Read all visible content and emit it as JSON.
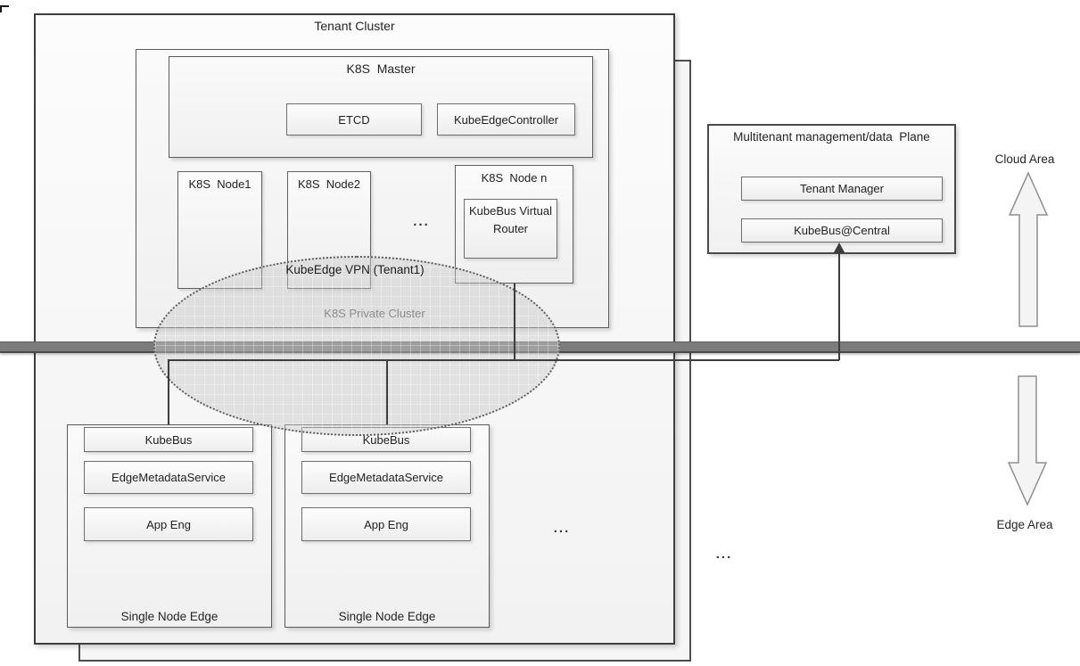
{
  "tenant_cluster": {
    "title": "Tenant Cluster",
    "master": {
      "title": "K8S  Master",
      "etcd": "ETCD",
      "controller": "KubeEdgeController"
    },
    "nodes": {
      "node1": "K8S  Node1",
      "node2": "K8S  Node2",
      "ellipsis": "...",
      "node_n": "K8S  Node n",
      "virtual_router": "KubeBus Virtual Router"
    },
    "vpn_label": "KubeEdge VPN (Tenant1)",
    "private_cluster_label": "K8S Private Cluster",
    "edge_nodes": {
      "edge1": {
        "kubebus": "KubeBus",
        "metadata_service": "EdgeMetadataService",
        "app_eng": "App Eng",
        "title": "Single Node Edge"
      },
      "edge2": {
        "kubebus": "KubeBus",
        "metadata_service": "EdgeMetadataService",
        "app_eng": "App Eng",
        "title": "Single Node Edge"
      },
      "ellipsis": "..."
    }
  },
  "between_clusters_ellipsis": "...",
  "management_plane": {
    "title": "Multitenant management/data  Plane",
    "tenant_manager": "Tenant Manager",
    "kubebus_central": "KubeBus@Central"
  },
  "areas": {
    "cloud": "Cloud Area",
    "edge": "Edge Area"
  },
  "colors": {
    "outer_border": "#3e3e3e",
    "box_border": "#6e6e6e",
    "bar_fill": "#7c7c7c",
    "connector": "#3d3d3d",
    "ellipse_fill": "rgba(199,199,199,0.45)",
    "muted_text": "#8c8c8c",
    "text": "#222222"
  }
}
